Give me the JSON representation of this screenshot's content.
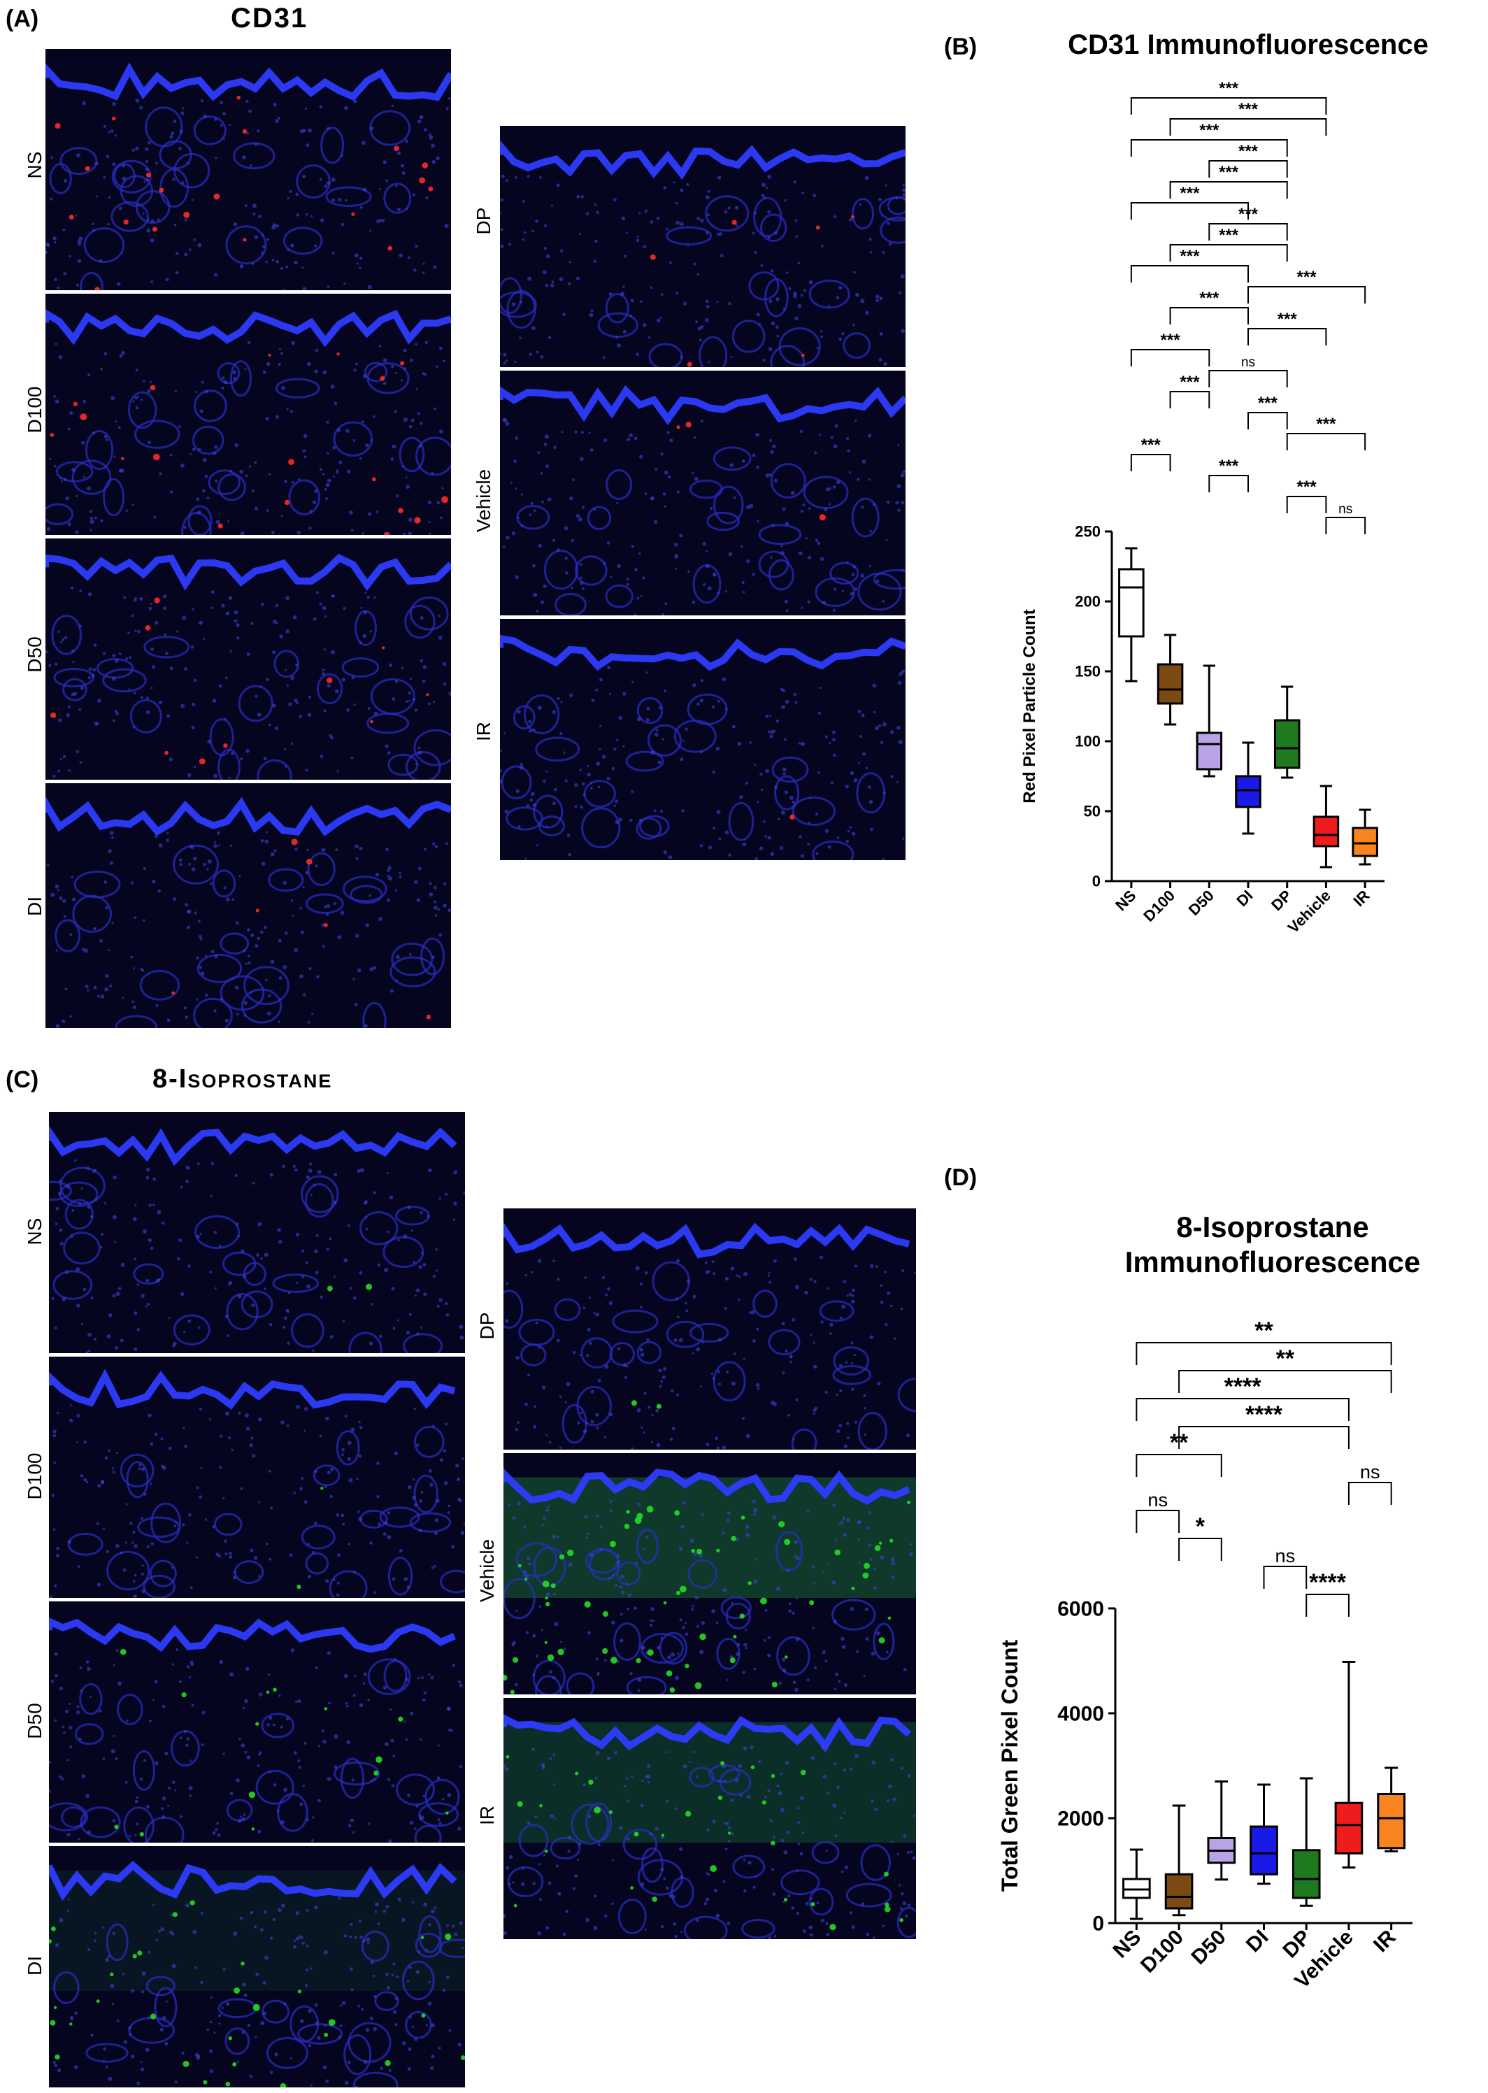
{
  "panel_a": {
    "label": "(A)",
    "title": "CD31",
    "left_rows": [
      "NS",
      "D100",
      "D50",
      "DI"
    ],
    "right_rows": [
      "DP",
      "Vehicle",
      "IR"
    ],
    "signal_color": "#ff2a2a"
  },
  "panel_c": {
    "label": "(C)",
    "title": "8-Isoprostane",
    "left_rows": [
      "NS",
      "D100",
      "D50",
      "DI"
    ],
    "right_rows": [
      "DP",
      "Vehicle",
      "IR"
    ],
    "signal_color": "#22dd22"
  },
  "panel_b": {
    "label": "(B)"
  },
  "panel_d": {
    "label": "(D)"
  },
  "colors": {
    "NS": "#ffffff",
    "D100": "#7a4a12",
    "D50": "#b9a2e6",
    "DI": "#1a1ae6",
    "DP": "#1f7a1f",
    "Vehicle": "#ee1c1c",
    "IR": "#f7841f"
  },
  "chart_data": [
    {
      "type": "box",
      "title": "CD31 Immunofluorescence",
      "xlabel": "",
      "ylabel": "Red Pixel Particle Count",
      "ylim": [
        0,
        250
      ],
      "yticks": [
        0,
        50,
        100,
        150,
        200,
        250
      ],
      "categories": [
        "NS",
        "D100",
        "D50",
        "DI",
        "DP",
        "Vehicle",
        "IR"
      ],
      "boxes": [
        {
          "min": 143,
          "q1": 175,
          "median": 210,
          "q3": 223,
          "max": 238
        },
        {
          "min": 112,
          "q1": 127,
          "median": 137,
          "q3": 155,
          "max": 176
        },
        {
          "min": 75,
          "q1": 80,
          "median": 98,
          "q3": 106,
          "max": 154
        },
        {
          "min": 34,
          "q1": 53,
          "median": 65,
          "q3": 75,
          "max": 99
        },
        {
          "min": 74,
          "q1": 81,
          "median": 95,
          "q3": 115,
          "max": 139
        },
        {
          "min": 10,
          "q1": 25,
          "median": 33,
          "q3": 46,
          "max": 68
        },
        {
          "min": 12,
          "q1": 18,
          "median": 27,
          "q3": 38,
          "max": 51
        }
      ],
      "comparisons": [
        {
          "a": 0,
          "b": 5,
          "label": "***"
        },
        {
          "a": 1,
          "b": 5,
          "label": "***"
        },
        {
          "a": 0,
          "b": 4,
          "label": "***"
        },
        {
          "a": 2,
          "b": 4,
          "label": "***"
        },
        {
          "a": 1,
          "b": 4,
          "label": "***"
        },
        {
          "a": 0,
          "b": 3,
          "label": "***"
        },
        {
          "a": 2,
          "b": 4,
          "label": "***"
        },
        {
          "a": 1,
          "b": 4,
          "label": "***"
        },
        {
          "a": 0,
          "b": 3,
          "label": "***"
        },
        {
          "a": 3,
          "b": 6,
          "label": "***"
        },
        {
          "a": 1,
          "b": 3,
          "label": "***"
        },
        {
          "a": 3,
          "b": 5,
          "label": "***"
        },
        {
          "a": 0,
          "b": 2,
          "label": "***"
        },
        {
          "a": 2,
          "b": 4,
          "label": "ns"
        },
        {
          "a": 1,
          "b": 2,
          "label": "***"
        },
        {
          "a": 3,
          "b": 4,
          "label": "***"
        },
        {
          "a": 4,
          "b": 6,
          "label": "***"
        },
        {
          "a": 0,
          "b": 1,
          "label": "***"
        },
        {
          "a": 2,
          "b": 3,
          "label": "***"
        },
        {
          "a": 4,
          "b": 5,
          "label": "***"
        },
        {
          "a": 5,
          "b": 6,
          "label": "ns"
        }
      ]
    },
    {
      "type": "box",
      "title": "8-Isoprostane Immunofluorescence",
      "title_lines": [
        "8-Isoprostane",
        "Immunofluorescence"
      ],
      "xlabel": "",
      "ylabel": "Total Green Pixel Count",
      "ylim": [
        0,
        6000
      ],
      "yticks": [
        0,
        2000,
        4000,
        6000
      ],
      "categories": [
        "NS",
        "D100",
        "D50",
        "DI",
        "DP",
        "Vehicle",
        "IR"
      ],
      "boxes": [
        {
          "min": 80,
          "q1": 480,
          "median": 640,
          "q3": 840,
          "max": 1400
        },
        {
          "min": 150,
          "q1": 280,
          "median": 500,
          "q3": 930,
          "max": 2240
        },
        {
          "min": 830,
          "q1": 1150,
          "median": 1380,
          "q3": 1620,
          "max": 2700
        },
        {
          "min": 750,
          "q1": 930,
          "median": 1330,
          "q3": 1840,
          "max": 2640
        },
        {
          "min": 330,
          "q1": 480,
          "median": 840,
          "q3": 1390,
          "max": 2760
        },
        {
          "min": 1060,
          "q1": 1330,
          "median": 1870,
          "q3": 2290,
          "max": 4980
        },
        {
          "min": 1370,
          "q1": 1430,
          "median": 2000,
          "q3": 2460,
          "max": 2960
        }
      ],
      "comparisons": [
        {
          "a": 0,
          "b": 6,
          "label": "**"
        },
        {
          "a": 1,
          "b": 6,
          "label": "**"
        },
        {
          "a": 0,
          "b": 5,
          "label": "****"
        },
        {
          "a": 1,
          "b": 5,
          "label": "****"
        },
        {
          "a": 0,
          "b": 2,
          "label": "**"
        },
        {
          "a": 5,
          "b": 6,
          "label": "ns"
        },
        {
          "a": 0,
          "b": 1,
          "label": "ns"
        },
        {
          "a": 1,
          "b": 2,
          "label": "*"
        },
        {
          "a": 3,
          "b": 4,
          "label": "ns"
        },
        {
          "a": 4,
          "b": 5,
          "label": "****"
        }
      ]
    }
  ]
}
